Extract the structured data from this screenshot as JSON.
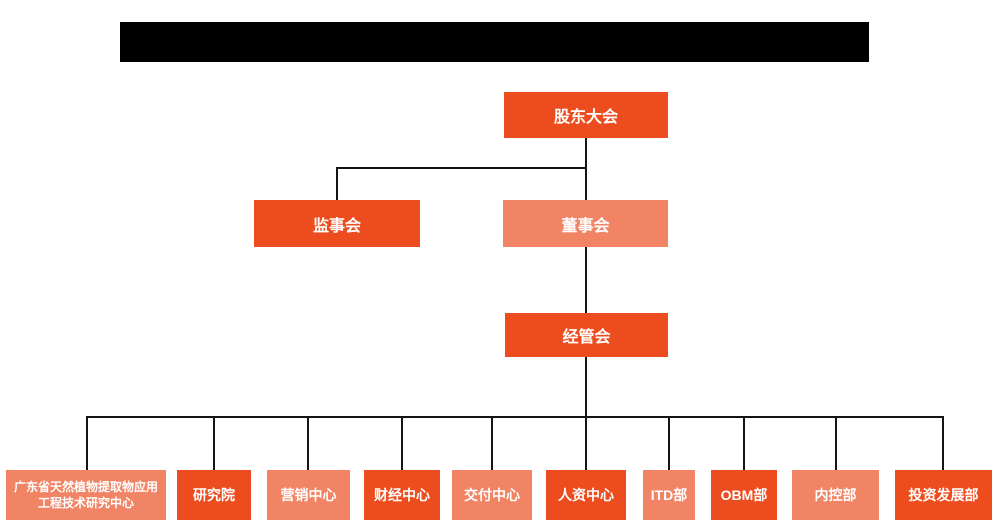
{
  "colors": {
    "node_primary": "#ED4D1E",
    "node_secondary": "#F08464",
    "connector_line": "#141414",
    "redaction_bar": "#000000",
    "node_text": "#ffffff",
    "background": "#ffffff"
  },
  "org": {
    "root": {
      "label": "股东大会"
    },
    "level2": [
      {
        "label": "监事会"
      },
      {
        "label": "董事会"
      }
    ],
    "level3": {
      "label": "经管会"
    },
    "departments": [
      {
        "label": "广东省天然植物提取物应用工程技术研究中心"
      },
      {
        "label": "研究院"
      },
      {
        "label": "营销中心"
      },
      {
        "label": "财经中心"
      },
      {
        "label": "交付中心"
      },
      {
        "label": "人资中心"
      },
      {
        "label": "ITD部"
      },
      {
        "label": "OBM部"
      },
      {
        "label": "内控部"
      },
      {
        "label": "投资发展部"
      }
    ]
  }
}
